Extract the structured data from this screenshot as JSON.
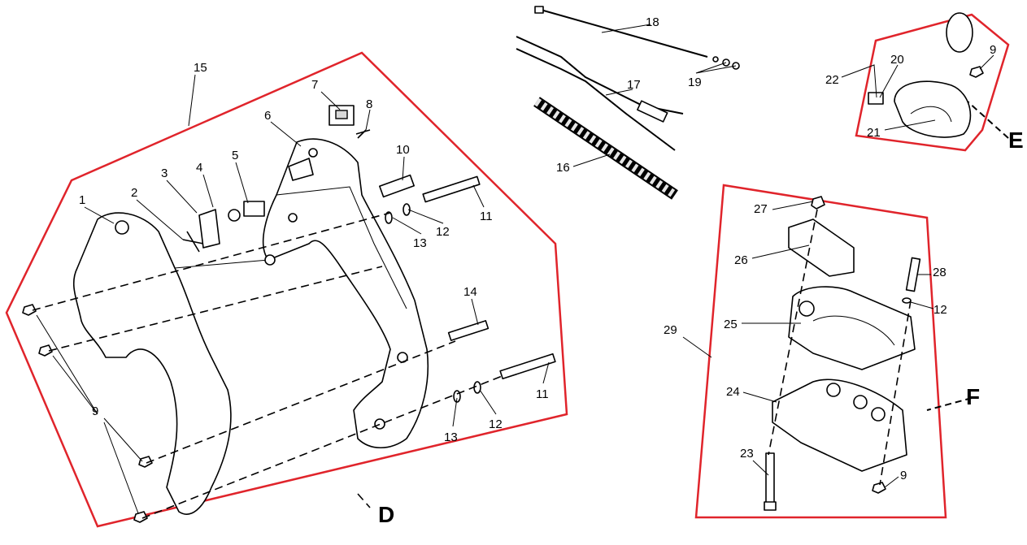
{
  "diagram": {
    "group_labels": {
      "d": "D",
      "e": "E",
      "f": "F"
    },
    "part_labels": {
      "p1": "1",
      "p2": "2",
      "p3": "3",
      "p4": "4",
      "p5": "5",
      "p6": "6",
      "p7": "7",
      "p8": "8",
      "p9a": "9",
      "p9b": "9",
      "p9c": "9",
      "p10": "10",
      "p11a": "11",
      "p11b": "11",
      "p12a": "12",
      "p12b": "12",
      "p12c": "12",
      "p13a": "13",
      "p13b": "13",
      "p14": "14",
      "p15": "15",
      "p16": "16",
      "p17": "17",
      "p18": "18",
      "p19": "19",
      "p20": "20",
      "p21": "21",
      "p22": "22",
      "p23": "23",
      "p24": "24",
      "p25": "25",
      "p26": "26",
      "p27": "27",
      "p28": "28",
      "p29": "29"
    },
    "colors": {
      "boundary": "#e0242b",
      "line": "#000000"
    }
  }
}
